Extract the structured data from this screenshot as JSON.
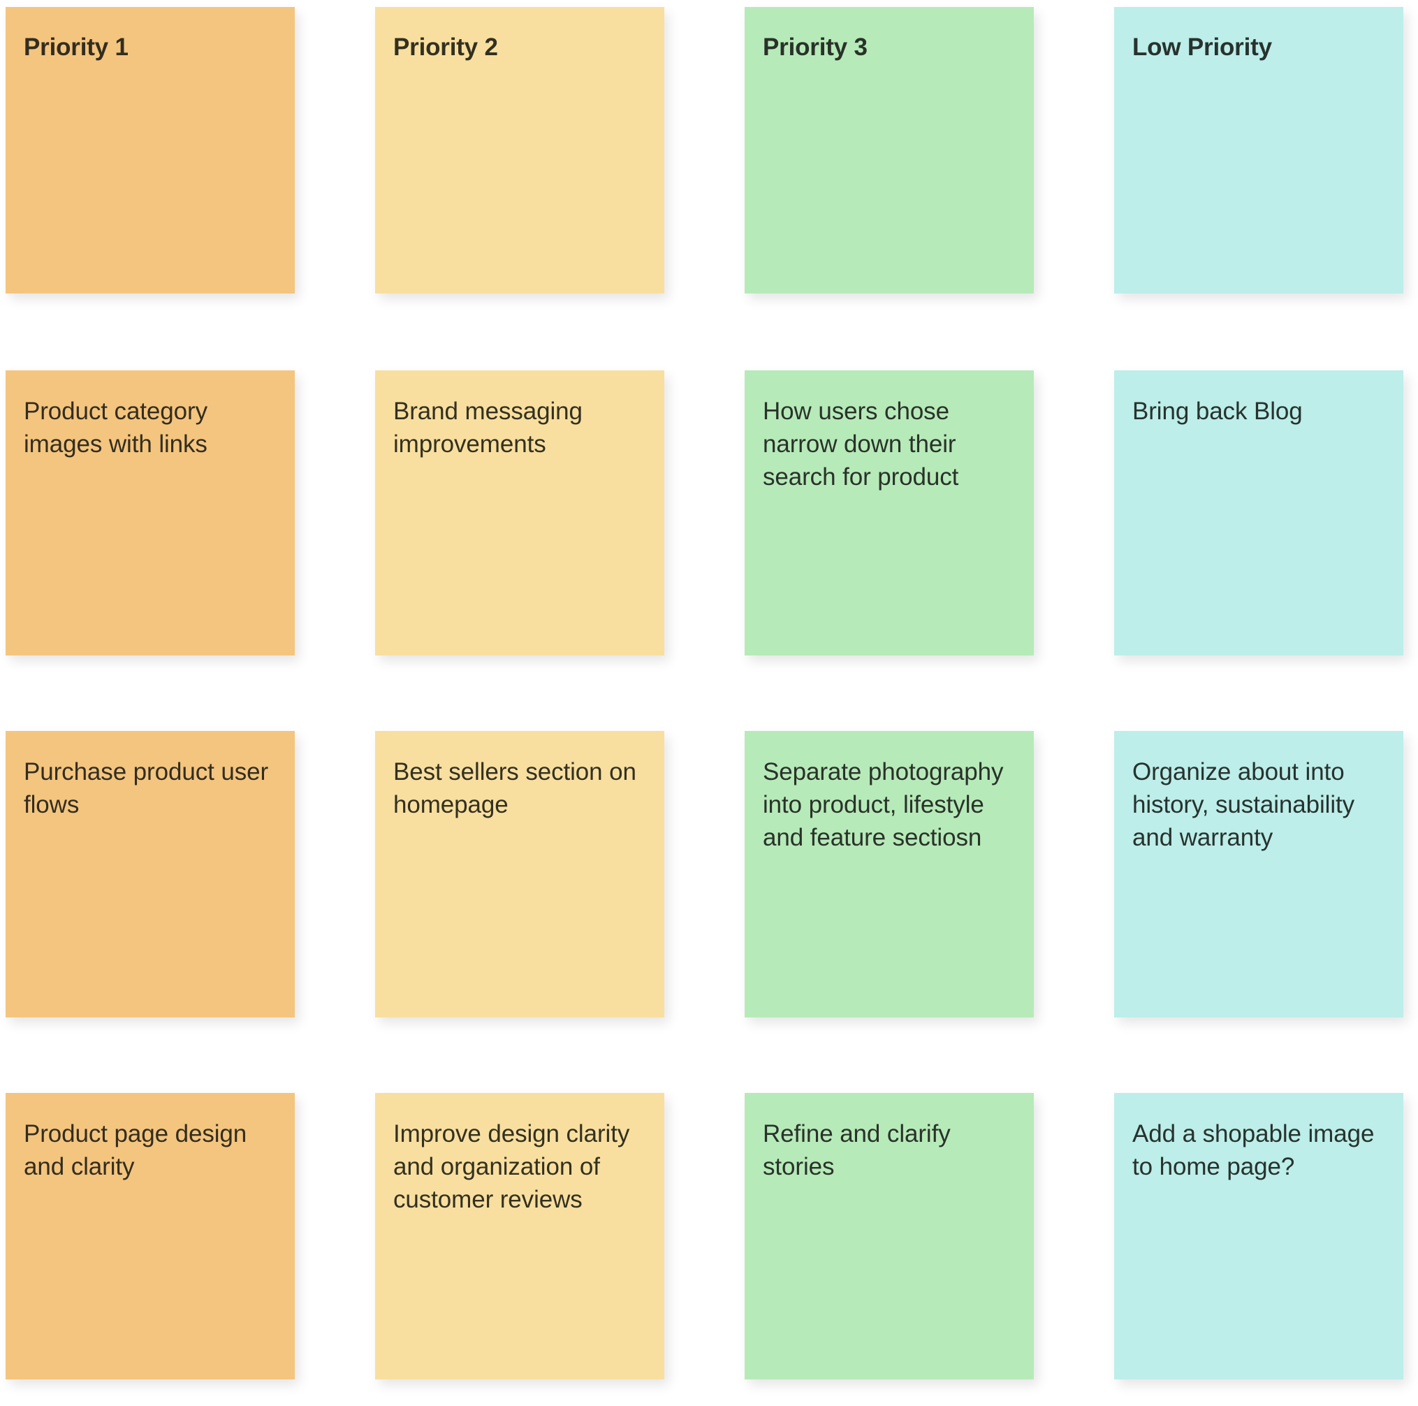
{
  "board": {
    "name": "priority-sticky-note-board",
    "background_color": "#ffffff",
    "columns": [
      {
        "id": "priority-1",
        "header": "Priority 1",
        "color": "#f4c57f",
        "color_name": "orange",
        "notes": [
          "Product category images with links",
          "Purchase product user flows",
          "Product page design and clarity"
        ]
      },
      {
        "id": "priority-2",
        "header": "Priority 2",
        "color": "#f8dfa0",
        "color_name": "yellow",
        "notes": [
          "Brand messaging improvements",
          "Best sellers section on homepage",
          "Improve design clarity and organization of customer reviews"
        ]
      },
      {
        "id": "priority-3",
        "header": "Priority 3",
        "color": "#b7eab9",
        "color_name": "green",
        "notes": [
          "How users chose narrow down their search for product",
          "Separate photography into product, lifestyle and feature sectiosn",
          "Refine and clarify stories"
        ]
      },
      {
        "id": "low-priority",
        "header": "Low Priority",
        "color": "#bdeee9",
        "color_name": "teal",
        "notes": [
          "Bring back Blog",
          "Organize about into history, sustainability and warranty",
          "Add a shopable image to home page?"
        ]
      }
    ]
  }
}
